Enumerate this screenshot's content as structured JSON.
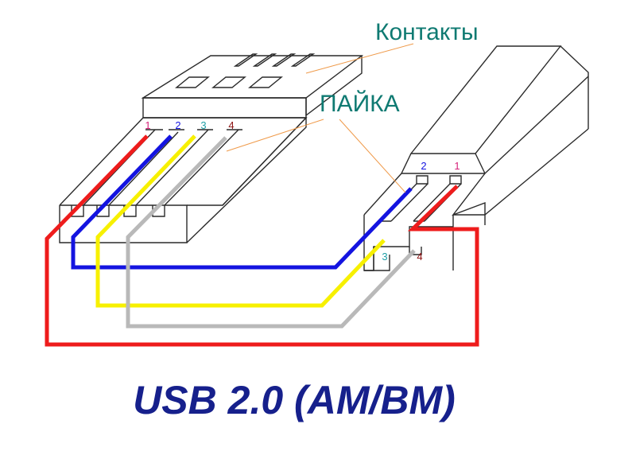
{
  "labels": {
    "contacts": "Контакты",
    "solder": "ПАЙКА",
    "title": "USB 2.0 (AM/BM)"
  },
  "pins": {
    "am": [
      "1",
      "2",
      "3",
      "4"
    ],
    "bm_top": [
      "2",
      "1"
    ],
    "bm_bottom": [
      "3",
      "4"
    ]
  },
  "colors": {
    "label_text": "#0f7a72",
    "leader_line": "#ef9a4a",
    "title_text": "#16208c",
    "wire_pin1": "#ee1c1c",
    "wire_pin2": "#1414e0",
    "wire_pin3": "#f7f000",
    "wire_pin4": "#b9b9b9",
    "pin1_num": "#d6237a",
    "pin2_num": "#1414e0",
    "pin3_num": "#1f9fa6",
    "pin4_num": "#8b1010",
    "outline": "#2a2a2a"
  }
}
